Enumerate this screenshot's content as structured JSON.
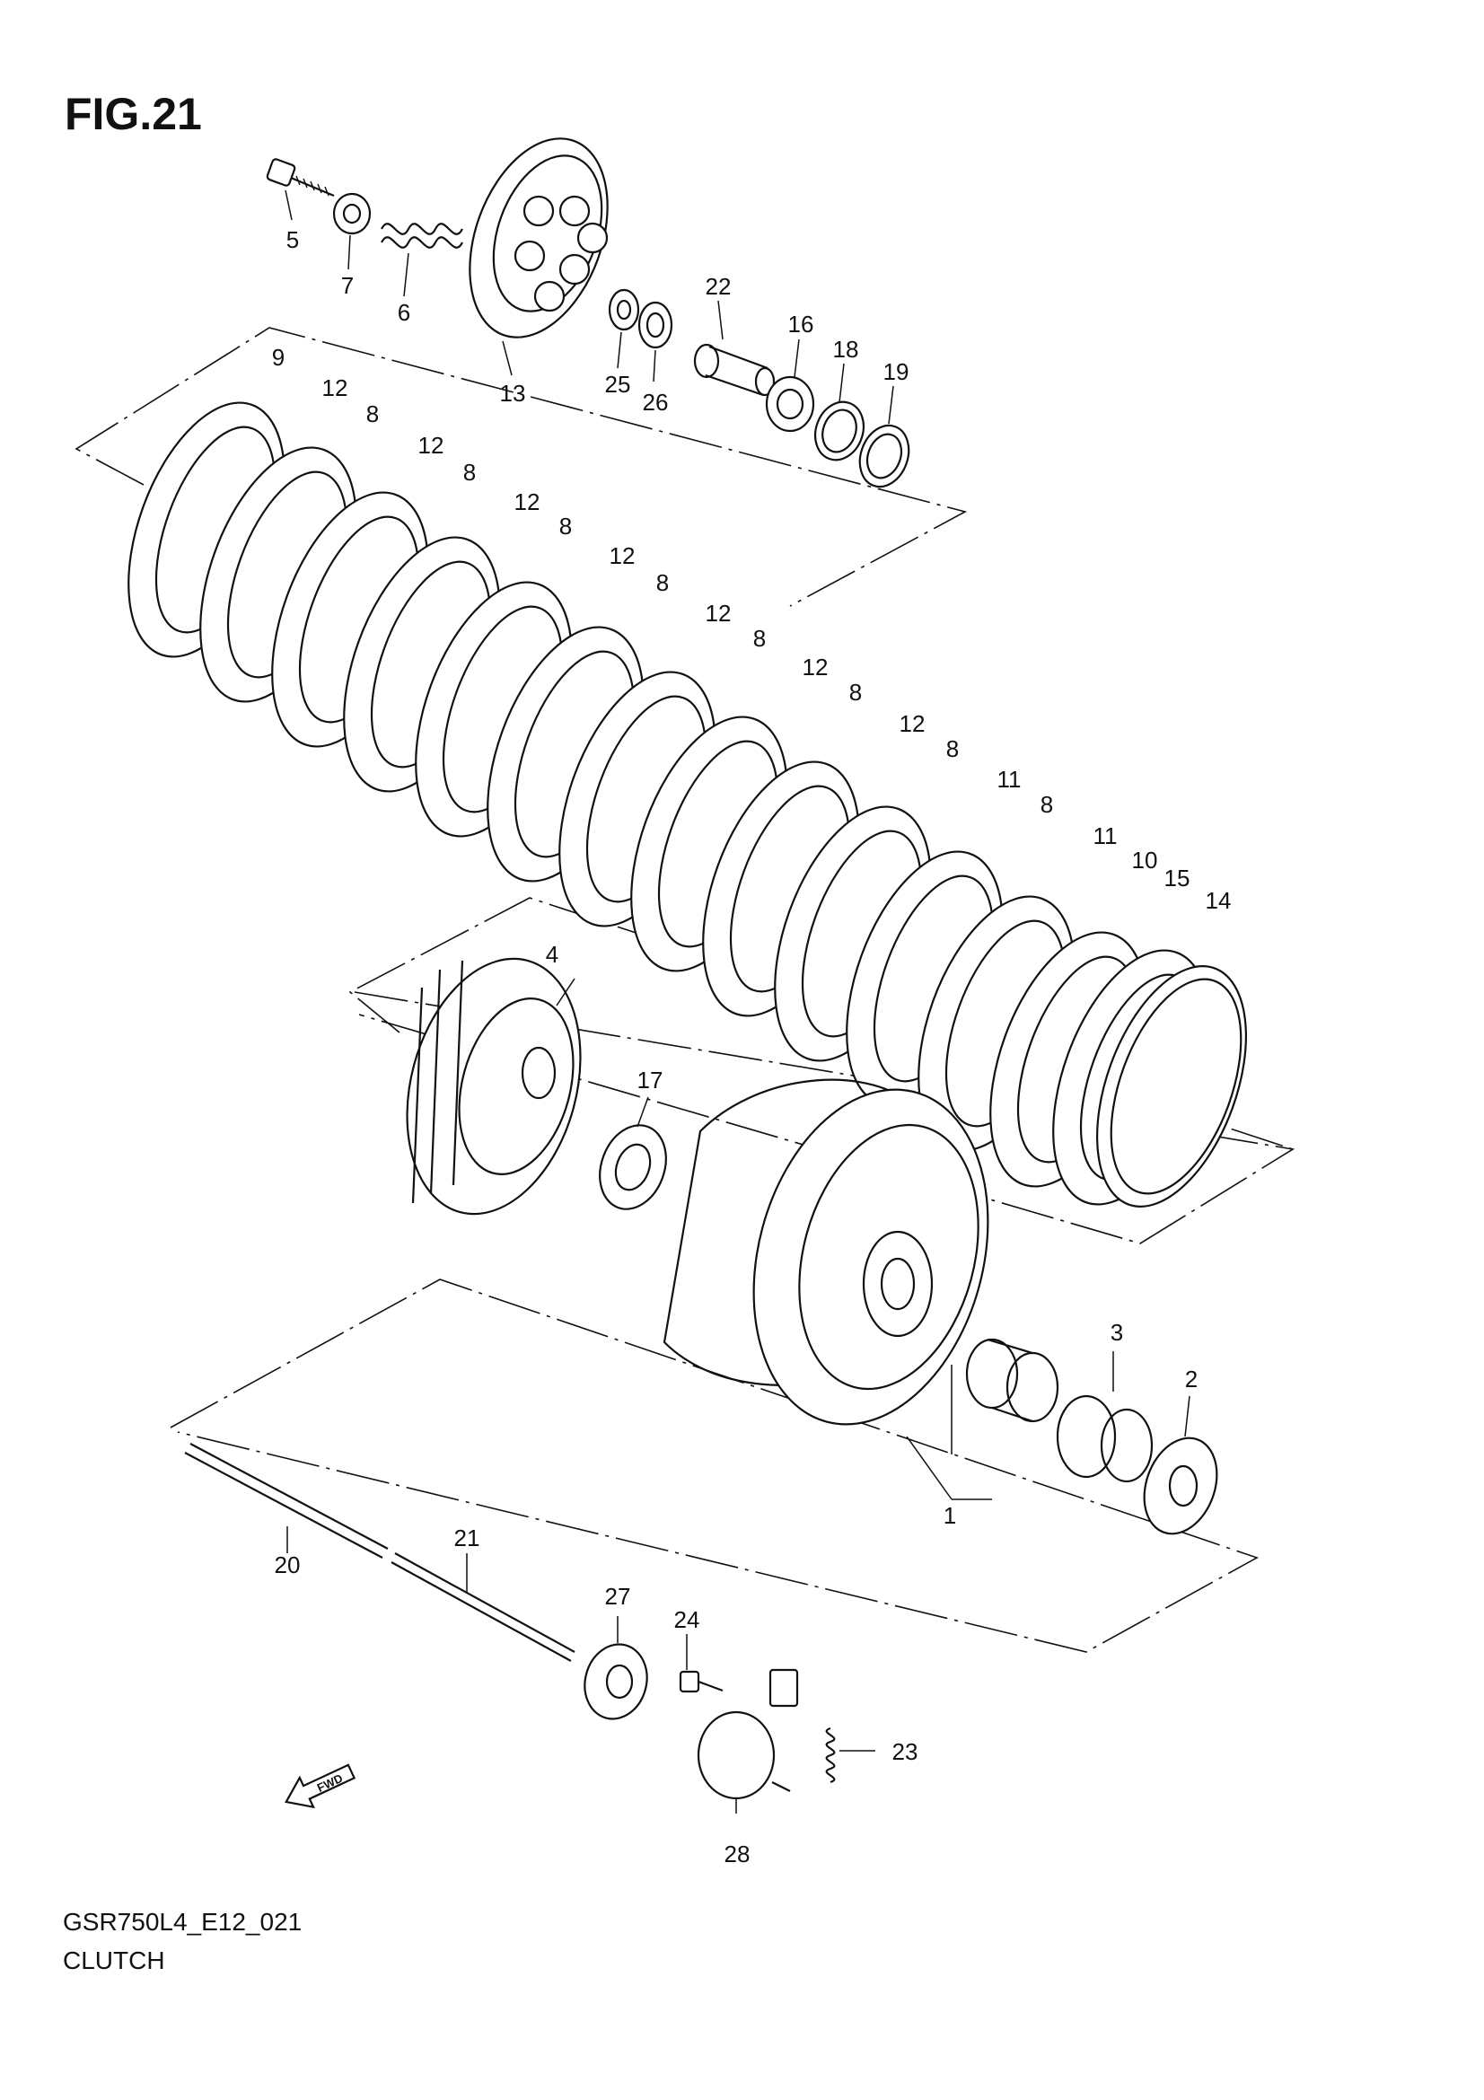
{
  "figure": {
    "title": "FIG.21",
    "code": "GSR750L4_E12_021",
    "name": "CLUTCH",
    "direction_arrow": "FWD"
  },
  "callouts": {
    "p1": "1",
    "p2": "2",
    "p3": "3",
    "p4": "4",
    "p5": "5",
    "p6": "6",
    "p7": "7",
    "p8": "8",
    "p9": "9",
    "p10": "10",
    "p11": "11",
    "p12": "12",
    "p13": "13",
    "p14": "14",
    "p15": "15",
    "p16": "16",
    "p17": "17",
    "p18": "18",
    "p19": "19",
    "p20": "20",
    "p21": "21",
    "p22": "22",
    "p23": "23",
    "p24": "24",
    "p25": "25",
    "p26": "26",
    "p27": "27",
    "p28": "28"
  }
}
